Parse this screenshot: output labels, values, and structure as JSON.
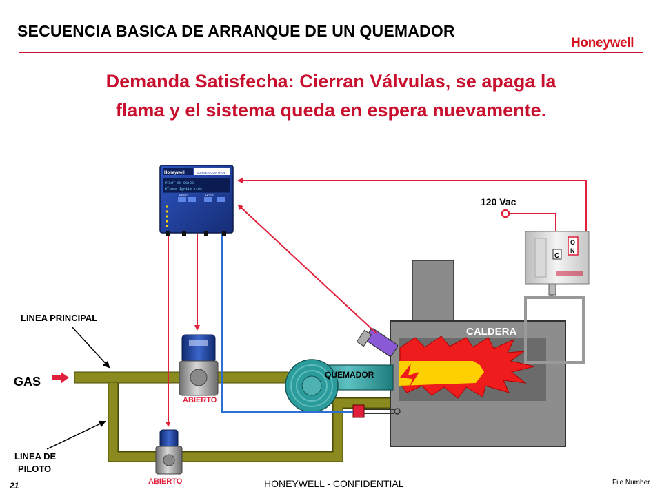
{
  "header": {
    "title": "SECUENCIA BASICA DE ARRANQUE DE UN QUEMADOR",
    "brand": "Honeywell"
  },
  "headline": {
    "line1": "Demanda Satisfecha: Cierran Válvulas, se apaga la",
    "line2": "flama y el sistema queda en espera nuevamente."
  },
  "diagram": {
    "voltage_label": "120 Vac",
    "switch_terminal_c": "C",
    "switch_terminal_o": "O",
    "switch_terminal_n": "N",
    "boiler_label": "CALDERA",
    "burner_label": "QUEMADOR",
    "main_line_label": "LINEA PRINCIPAL",
    "pilot_line_label_1": "LINEA DE",
    "pilot_line_label_2": "PILOTO",
    "gas_label": "GAS",
    "main_valve_status": "ABIERTO",
    "pilot_valve_status": "ABIERTO",
    "controller": {
      "brand": "Honeywell",
      "model_label": "BURNER CONTROL",
      "display_line1": "PILOT   ON   00:00",
      "display_line2": "DTimed Ignite  :10s",
      "button_reset": "RESET",
      "button_mode": "MODE"
    },
    "colors": {
      "wire_red": "#e0203a",
      "wire_blue": "#2b6fd4",
      "pipe_olive": "#8b8a1e",
      "flame_red": "#ee1c1c",
      "flame_yellow": "#ffd000",
      "controller_blue": "#1f3f9e"
    }
  },
  "footer": {
    "page_number": "21",
    "confidential": "HONEYWELL - CONFIDENTIAL",
    "file_number": "File Number"
  }
}
